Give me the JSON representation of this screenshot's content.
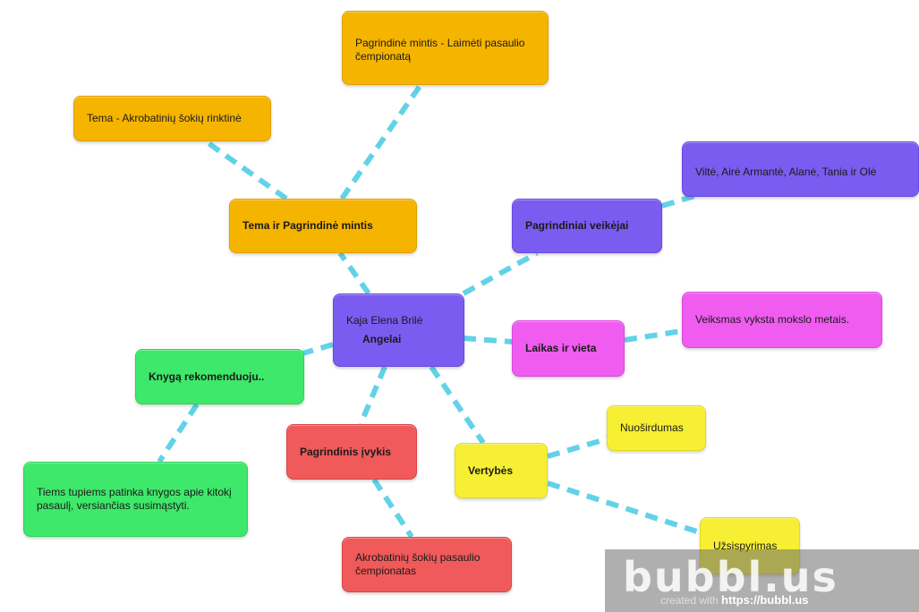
{
  "mindmap": {
    "center": {
      "line1": "Kaja Elena Brilė",
      "line2": "Angelai"
    },
    "nodes": {
      "tema_pagrindine": "Tema ir Pagrindinė mintis",
      "tema": "Tema - Akrobatinių šokių rinktinė",
      "pagrindine_mintis": "Pagrindinė mintis - Laimėti pasaulio čempionatą",
      "veikejai": "Pagrindiniai veikėjai",
      "veikejai_list": "Viltė, Airė Armantė, Alanė, Tania ir Olė",
      "laikas_vieta": "Laikas ir vieta",
      "laikas_detail": "Veiksmas vyksta mokslo metais.",
      "rekomenduoju": "Knygą rekomenduoju..",
      "rekomendacija": "Tiems tupiems patinka knygos apie kitokį pasaulį, versiančias susimąstyti.",
      "ivykis": "Pagrindinis įvykis",
      "ivykis_detail": "Akrobatinių šokių pasaulio čempionatas",
      "vertybes": "Vertybės",
      "nuosirdumas": "Nuoširdumas",
      "uzsispyrimas": "Užsispyrimas"
    },
    "colors": {
      "connector": "#62d2e8",
      "orange": "#f5b400",
      "violet": "#7a5cf0",
      "magenta": "#f05cf0",
      "green": "#3ee86a",
      "red": "#f05a5a",
      "yellow": "#f6ef33"
    }
  },
  "watermark": {
    "brand": "bubbl.us",
    "prefix": "created with",
    "url": "https://bubbl.us"
  }
}
